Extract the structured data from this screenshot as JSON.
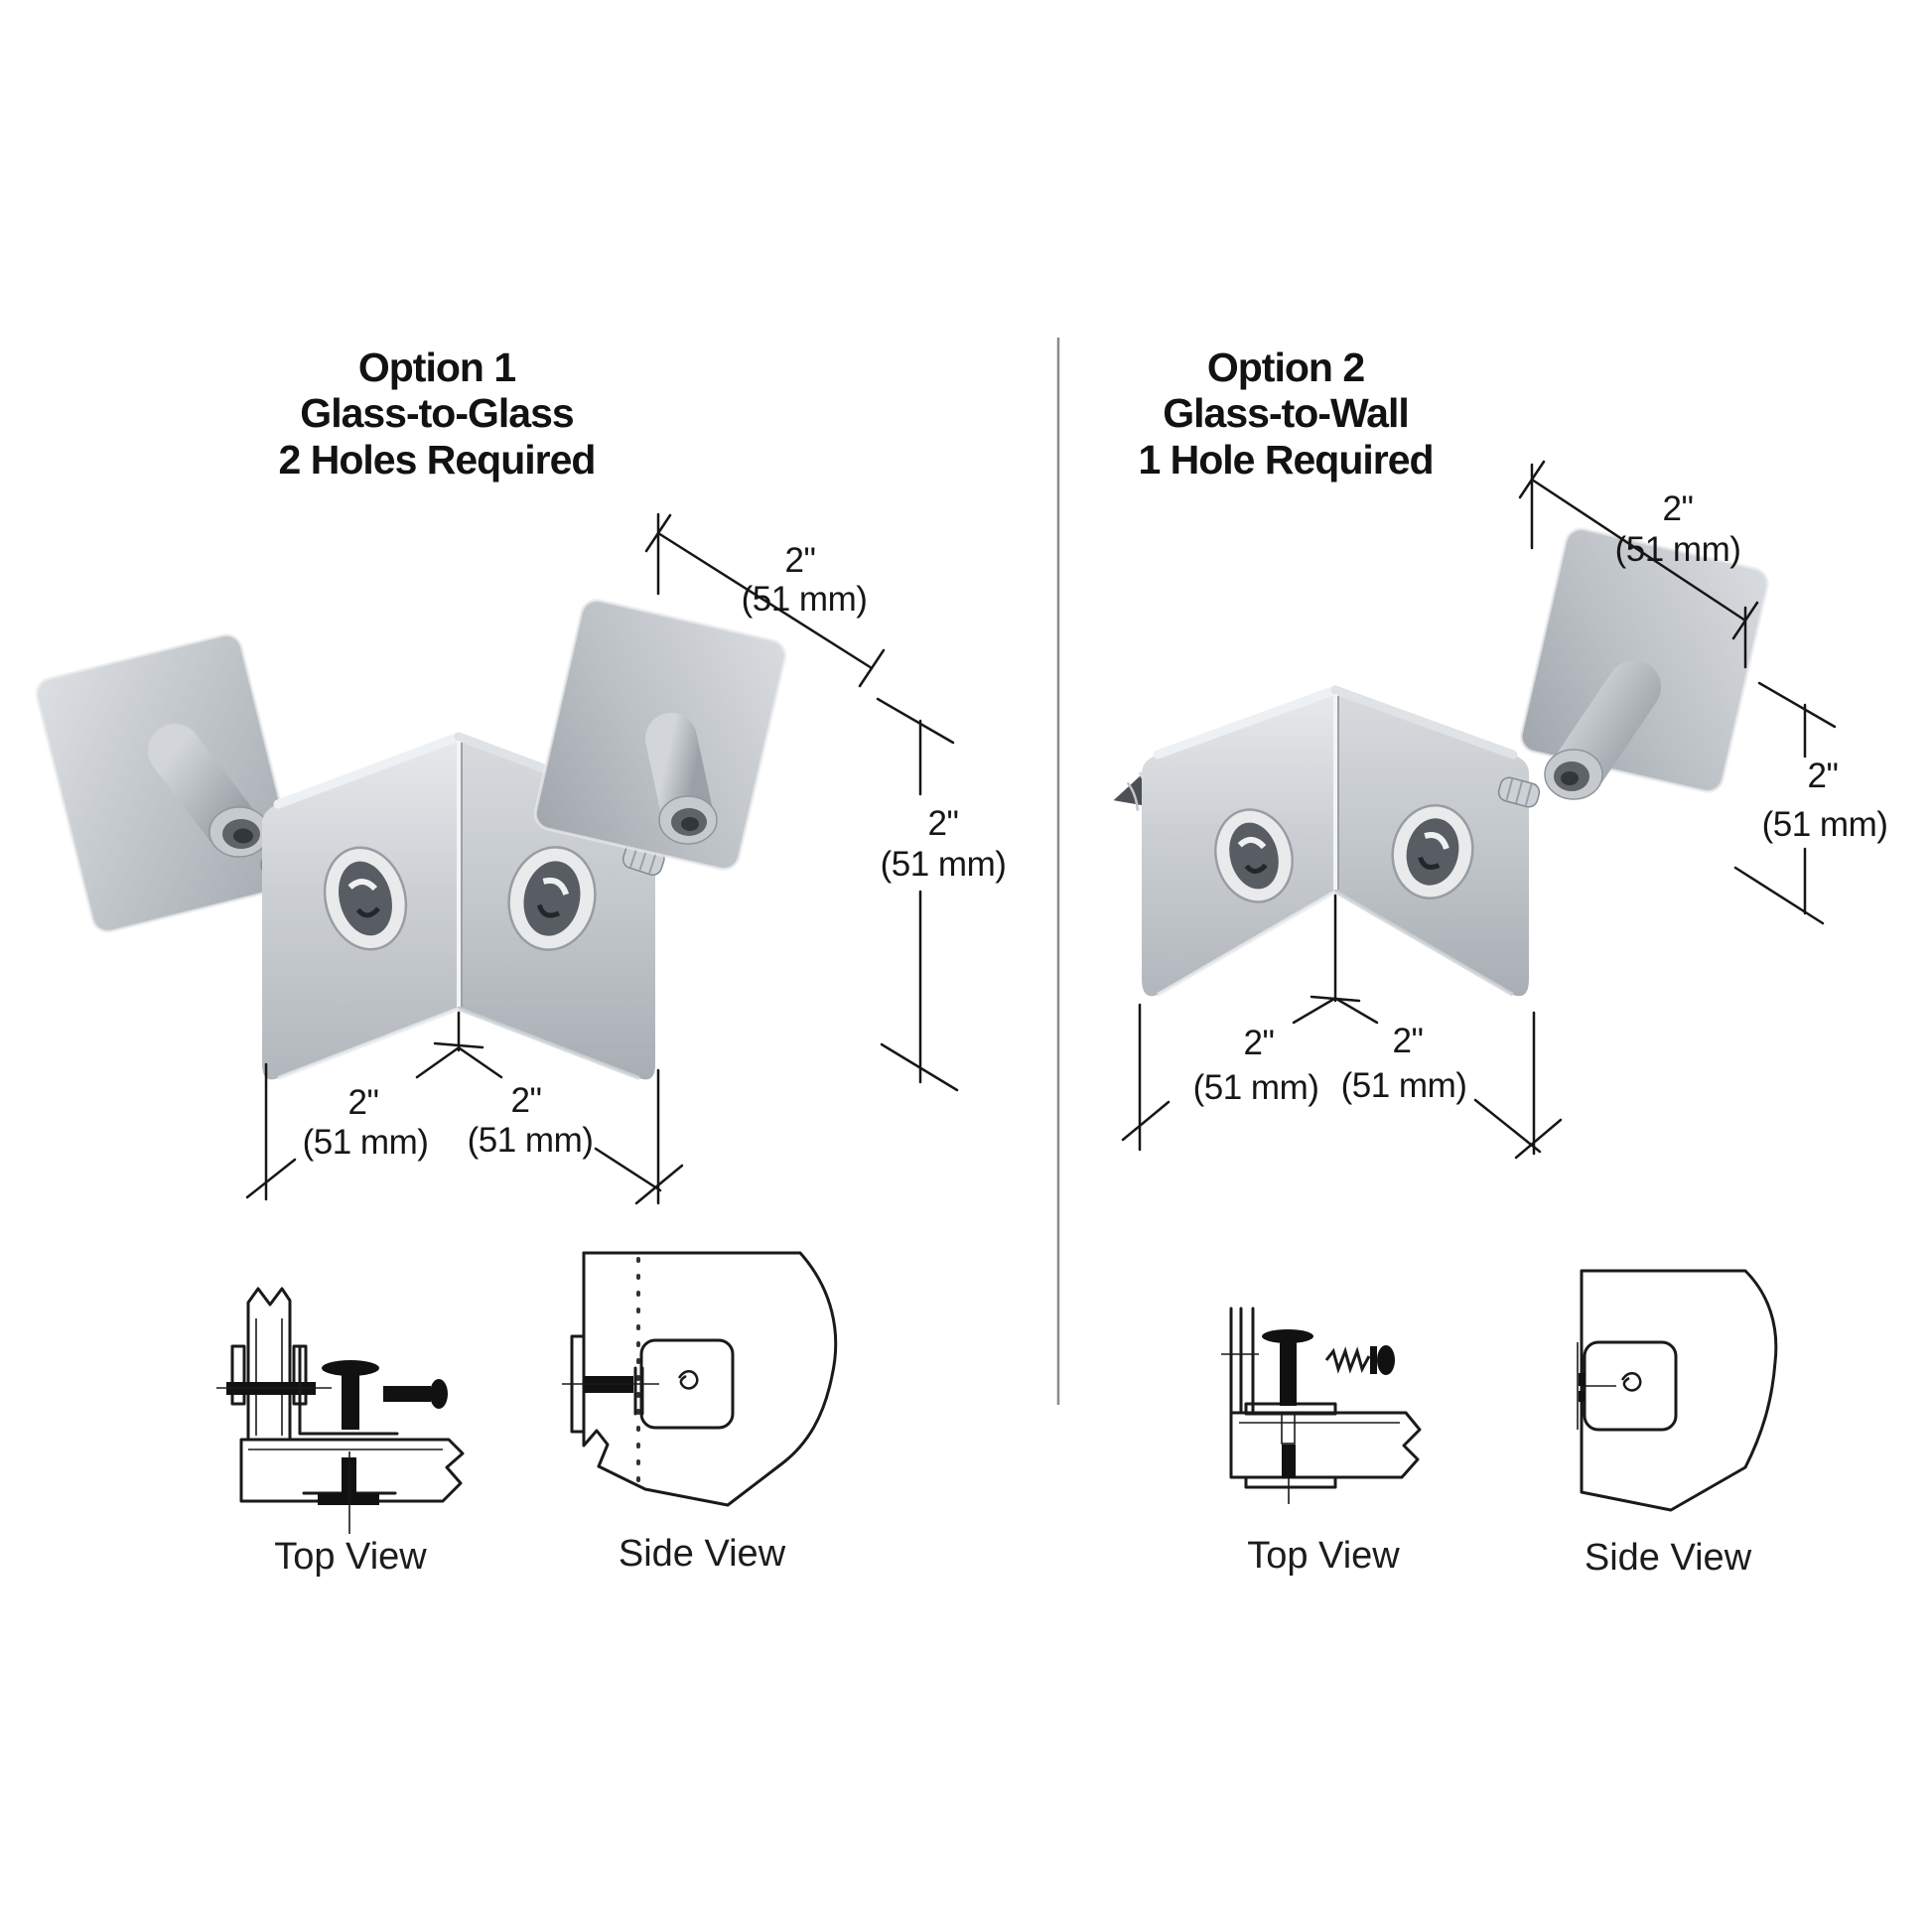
{
  "colors": {
    "background": "#ffffff",
    "line_art": "#1a1a1a",
    "dimension_line": "#161616",
    "divider": "#8a8a8a",
    "metal_light": "#e3e6e9",
    "metal_mid": "#bfc4c9",
    "metal_dark": "#a6acb2",
    "hole_dark": "#55595f",
    "bolt_black": "#111111"
  },
  "option1": {
    "title": [
      "Option 1",
      "Glass-to-Glass",
      "2 Holes Required"
    ],
    "dims": {
      "plate_top_in": "2\"",
      "plate_top_mm": "(51 mm)",
      "plate_side_in": "2\"",
      "plate_side_mm": "(51 mm)",
      "base_left_in": "2\"",
      "base_left_mm": "(51 mm)",
      "base_right_in": "2\"",
      "base_right_mm": "(51 mm)"
    },
    "labels": {
      "top_view": "Top View",
      "side_view": "Side View"
    }
  },
  "option2": {
    "title": [
      "Option 2",
      "Glass-to-Wall",
      "1 Hole Required"
    ],
    "dims": {
      "plate_top_in": "2\"",
      "plate_top_mm": "(51 mm)",
      "plate_side_in": "2\"",
      "plate_side_mm": "(51 mm)",
      "base_left_in": "2\"",
      "base_left_mm": "(51 mm)",
      "base_right_in": "2\"",
      "base_right_mm": "(51 mm)"
    },
    "labels": {
      "top_view": "Top View",
      "side_view": "Side View"
    }
  }
}
